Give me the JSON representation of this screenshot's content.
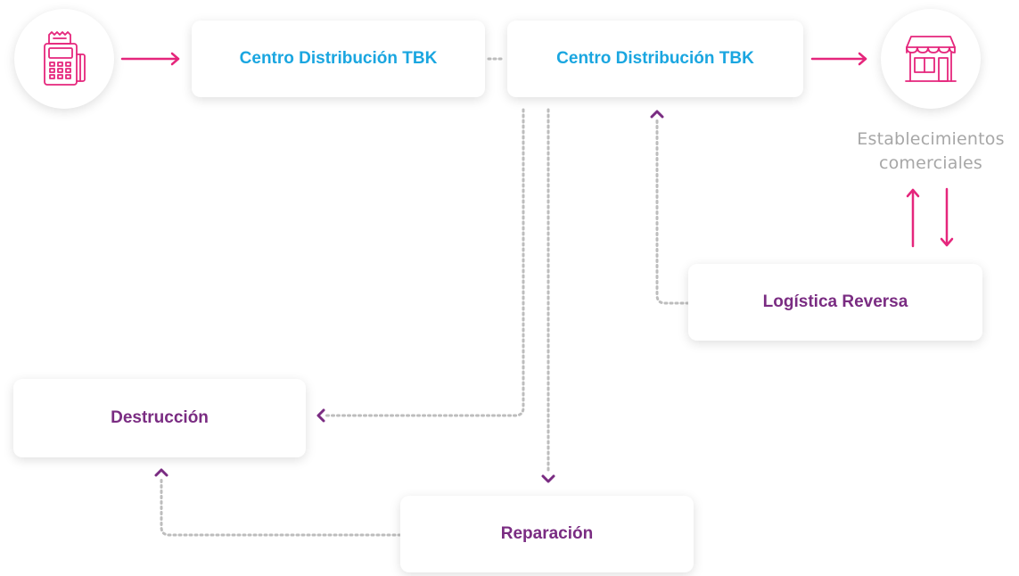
{
  "colors": {
    "accent_pink": "#e5267c",
    "blue": "#1aa6e0",
    "purple": "#7a2c82",
    "dotted_gray": "#bdbdbd",
    "label_gray": "#a7a7a7"
  },
  "icons": {
    "pos_terminal": "pos-terminal-icon",
    "store": "store-icon"
  },
  "nodes": {
    "cd1": "Centro Distribución TBK",
    "cd2": "Centro Distribución TBK",
    "store_label_line1": "Establecimientos",
    "store_label_line2": "comerciales",
    "logistica": "Logística Reversa",
    "destruccion": "Destrucción",
    "reparacion": "Reparación"
  }
}
